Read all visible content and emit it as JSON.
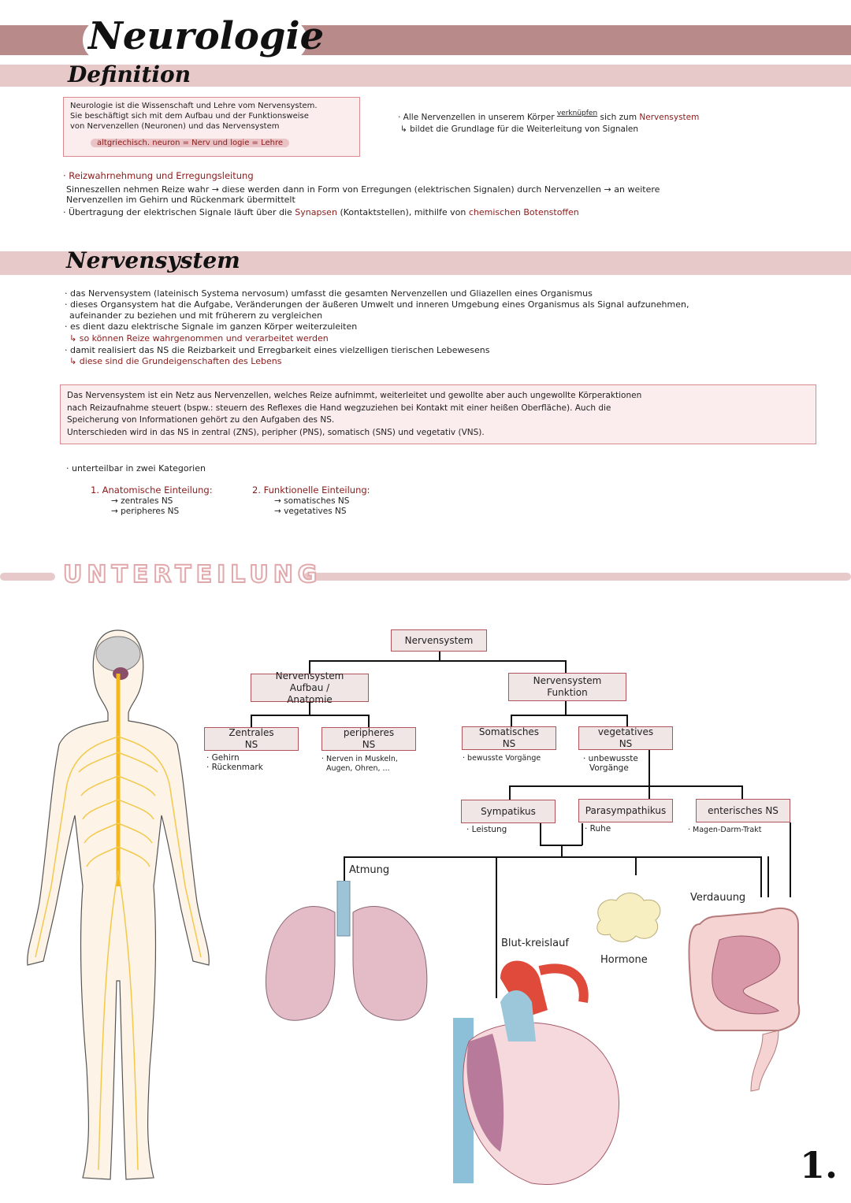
{
  "header": {
    "title": "Neurologie",
    "section1": "Definition",
    "section2": "Nervensystem",
    "section3": "UNTERTEILUNG",
    "page_number": "1."
  },
  "colors": {
    "banner": "#b98a8a",
    "band": "#e8c9c9",
    "accent": "#8b1a1a",
    "box_fill": "#fbeced"
  },
  "definition": {
    "box_lines": [
      "Neurologie ist die Wissenschaft und Lehre vom Nervensystem.",
      "Sie beschäftigt sich mit dem Aufbau und der Funktionsweise",
      "von Nervenzellen (Neuronen) und das Nervensystem"
    ],
    "etymology": "altgriechisch. neuron = Nerv und logie = Lehre",
    "side_line1_a": "· Alle Nervenzellen in unserem Körper",
    "side_verb": "verknüpfen",
    "side_line1_b": "sich zum",
    "side_line1_c": "Nervensystem",
    "side_line2": "↳ bildet die Grundlage für die Weiterleitung von Signalen",
    "heading": "· Reizwahrnehmung und Erregungsleitung",
    "p1": "Sinneszellen nehmen Reize wahr → diese werden dann in Form von Erregungen (elektrischen Signalen) durch Nervenzellen → an weitere",
    "p2": "Nervenzellen im Gehirn und Rückenmark übermittelt",
    "p3_a": "· Übertragung der elektrischen Signale läuft über die",
    "p3_b": "Synapsen",
    "p3_c": "(Kontaktstellen), mithilfe von",
    "p3_d": "chemischen Botenstoffen"
  },
  "nervensystem": {
    "bullets": [
      "· das Nervensystem (lateinisch Systema nervosum) umfasst die gesamten Nervenzellen und Gliazellen eines Organismus",
      "· dieses Organsystem hat die Aufgabe, Veränderungen der äußeren Umwelt und inneren Umgebung eines Organismus als Signal aufzunehmen,",
      "aufeinander zu beziehen und mit früherern zu vergleichen",
      "· es dient dazu elektrische Signale im ganzen Körper weiterzuleiten",
      "↳ so können Reize wahrgenommen und verarbeitet werden",
      "· damit realisiert das NS die Reizbarkeit und Erregbarkeit eines vielzelligen tierischen Lebewesens",
      "↳ diese sind die Grundeigenschaften des Lebens"
    ],
    "box_lines": [
      "Das Nervensystem ist ein Netz aus Nervenzellen, welches Reize aufnimmt, weiterleitet und gewollte aber auch ungewollte Körperaktionen",
      "nach Reizaufnahme steuert (bspw.: steuern des Reflexes die Hand wegzuziehen bei Kontakt mit einer heißen Oberfläche). Auch die",
      "Speicherung von Informationen gehört zu den Aufgaben des NS.",
      "Unterschieden wird in das NS in zentral (ZNS), peripher (PNS), somatisch (SNS) und vegetativ (VNS)."
    ],
    "categories_intro": "· unterteilbar in zwei Kategorien",
    "cat1": {
      "title": "1. Anatomische Einteilung:",
      "items": [
        "→ zentrales NS",
        "→ peripheres NS"
      ]
    },
    "cat2": {
      "title": "2. Funktionelle Einteilung:",
      "items": [
        "→ somatisches NS",
        "→ vegetatives NS"
      ]
    }
  },
  "tree": {
    "root": "Nervensystem",
    "anatomy": "Nervensystem Aufbau / Anatomie",
    "function": "Nervensystem Funktion",
    "zns": "Zentrales NS",
    "zns_notes": [
      "· Gehirn",
      "· Rückenmark"
    ],
    "pns": "peripheres NS",
    "pns_notes": [
      "· Nerven in Muskeln,",
      "Augen, Ohren, ..."
    ],
    "sns": "Somatisches NS",
    "sns_note": "· bewusste Vorgänge",
    "vns": "vegetatives NS",
    "vns_notes": [
      "· unbewusste",
      "Vorgänge"
    ],
    "sympatikus": "Sympatikus",
    "sympatikus_note": "· Leistung",
    "parasympathikus": "Parasympathikus",
    "parasympathikus_note": "· Ruhe",
    "enterisch": "enterisches NS",
    "enterisch_note": "· Magen-Darm-Trakt",
    "organs": {
      "lungs": "Atmung",
      "heart": "Blut-kreislauf",
      "hormones": "Hormone",
      "digestion": "Verdauung"
    }
  }
}
